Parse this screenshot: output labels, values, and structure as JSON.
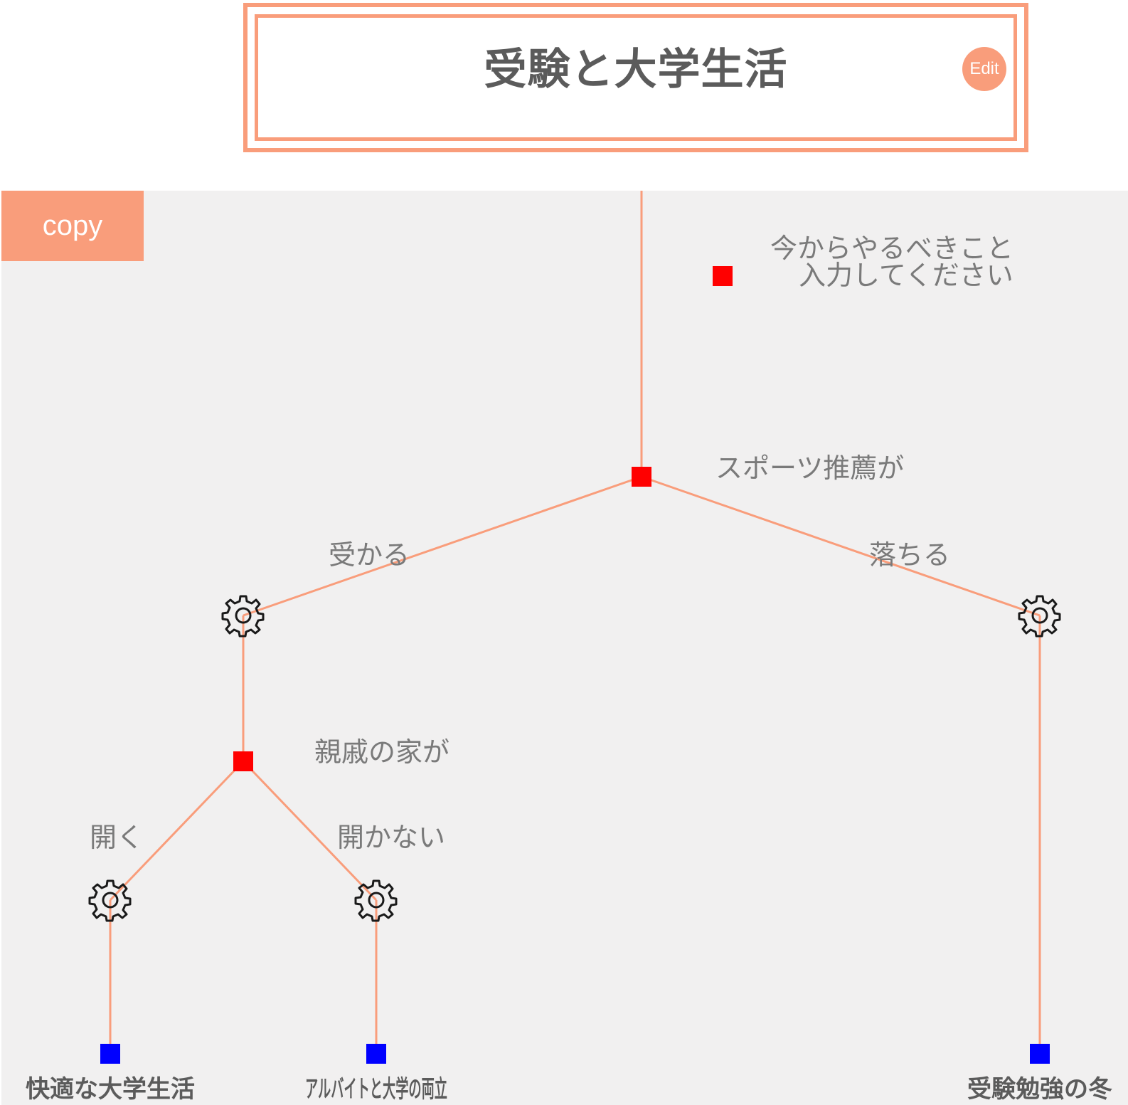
{
  "header": {
    "title": "受験と大学生活",
    "edit_label": "Edit"
  },
  "toolbar": {
    "copy_label": "copy"
  },
  "tree": {
    "legend": {
      "line1": "今からやるべきこと",
      "line2": "入力してください"
    },
    "root": {
      "label": "スポーツ推薦が",
      "branches": [
        {
          "label": "受かる",
          "child": {
            "label": "親戚の家が",
            "branches": [
              {
                "label": "開く",
                "outcome": "快適な大学生活"
              },
              {
                "label": "開かない",
                "outcome": "アルバイトと大学の両立"
              }
            ]
          }
        },
        {
          "label": "落ちる",
          "outcome": "受験勉強の冬"
        }
      ]
    }
  },
  "colors": {
    "accent": "#f99d7b",
    "decision_node": "#ff0000",
    "leaf_node": "#0000ff",
    "canvas_bg": "#f1f0f0"
  }
}
